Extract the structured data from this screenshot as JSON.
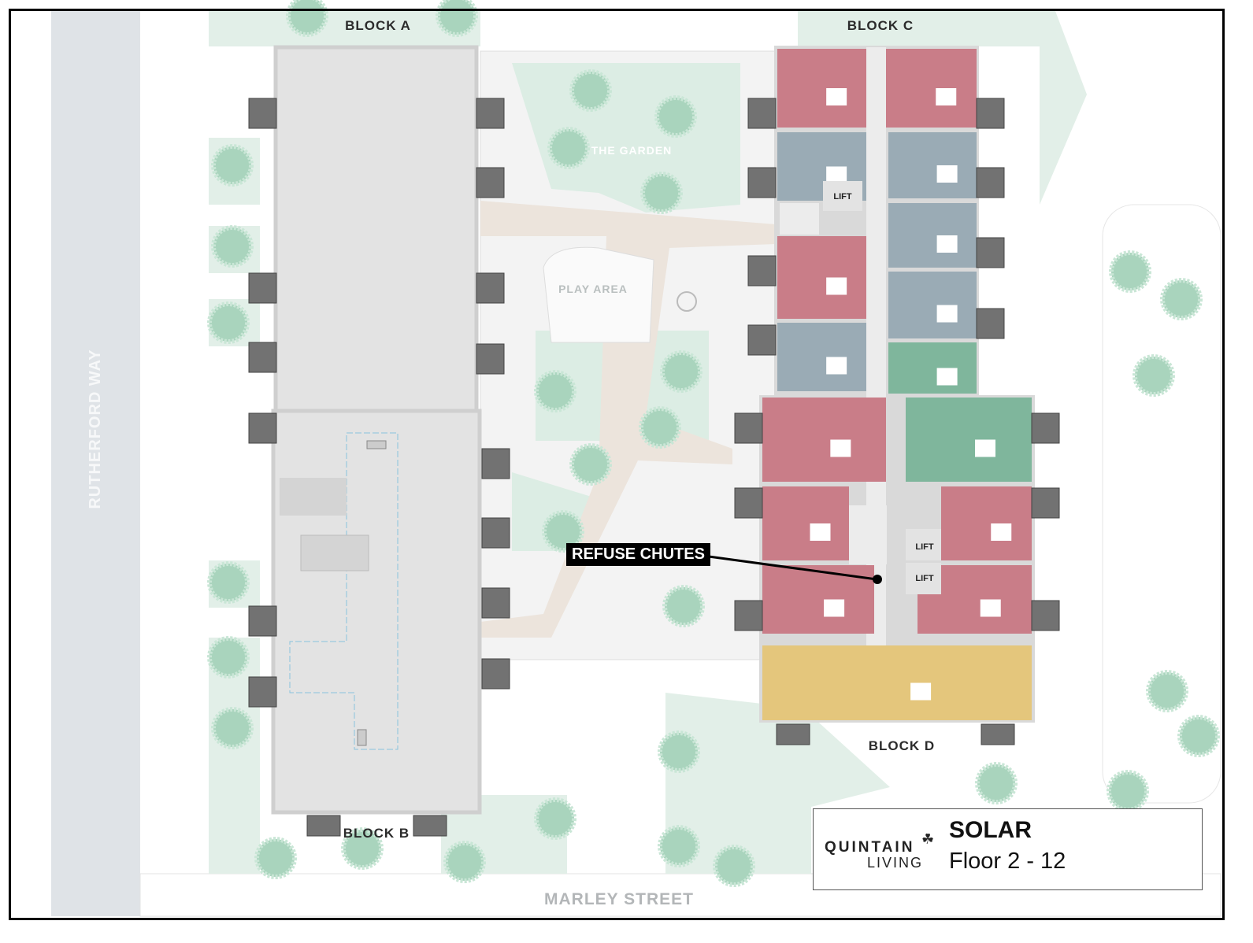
{
  "labels": {
    "block_a": "BLOCK A",
    "block_b": "BLOCK B",
    "block_c": "BLOCK C",
    "block_d": "BLOCK D",
    "the_garden": "THE GARDEN",
    "play_area": "PLAY AREA",
    "rutherford_way": "RUTHERFORD WAY",
    "marley_street": "MARLEY STREET",
    "lift_1": "LIFT",
    "lift_2": "LIFT",
    "lift_3": "LIFT",
    "refuse_chutes": "REFUSE CHUTES"
  },
  "title_box": {
    "logo_line1": "QUINTAIN",
    "logo_line2": "LIVING",
    "building": "SOLAR",
    "floors": "Floor 2 - 12"
  },
  "colors": {
    "unit_red": "#c97d88",
    "unit_grey": "#9aabb5",
    "unit_green": "#7fb69c",
    "unit_yellow": "#e4c67c",
    "balcony": "#727272",
    "road": "#dfe3e7",
    "garden": "#dcede4",
    "path": "#ece4dc"
  }
}
